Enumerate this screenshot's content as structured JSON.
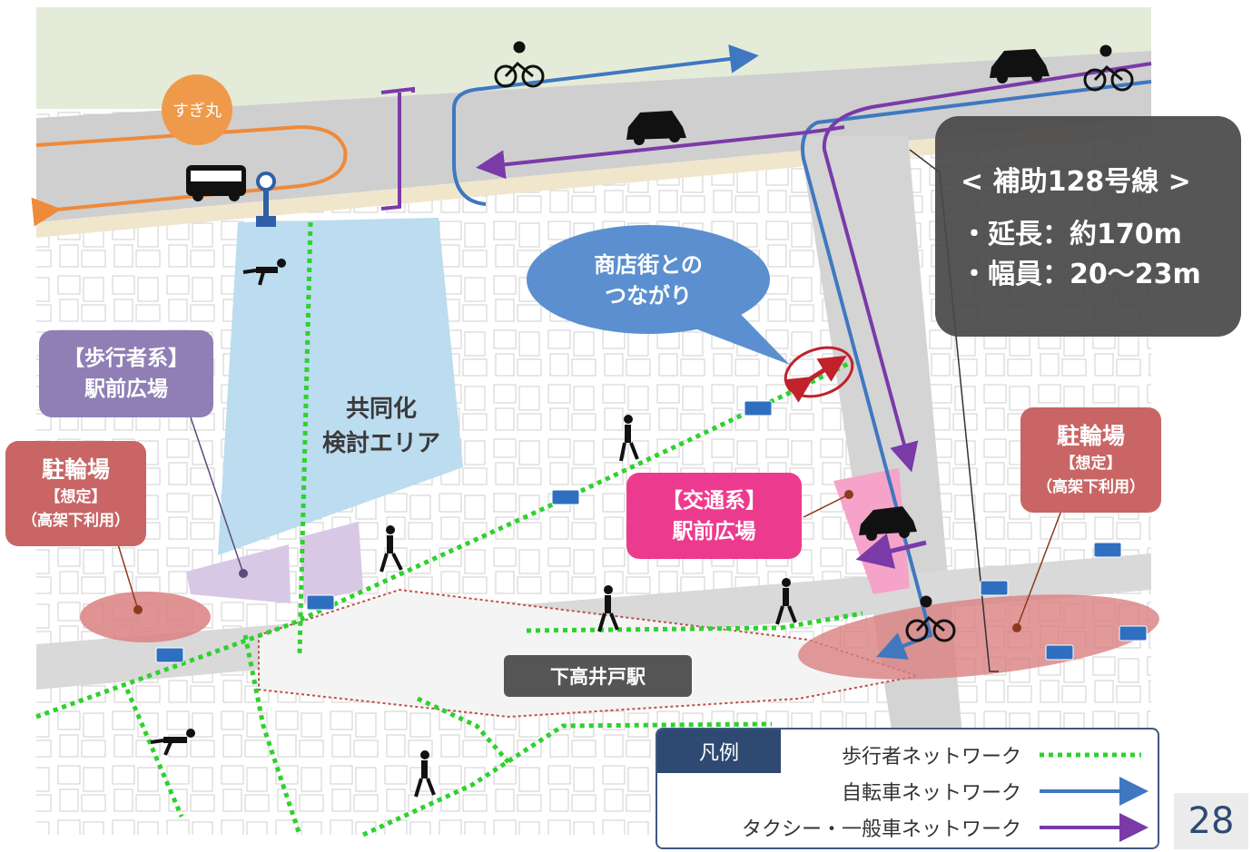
{
  "road_label": {
    "title": "< 補助128号線 >",
    "lines": [
      "・延長：約170m",
      "・幅員：20〜23m"
    ]
  },
  "callouts": {
    "shopping_connection": [
      "商店街との",
      "つながり"
    ],
    "pedestrian_plaza": [
      "【歩行者系】",
      "駅前広場"
    ],
    "traffic_plaza": [
      "【交通系】",
      "駅前広場"
    ],
    "joint_area": [
      "共同化",
      "検討エリア"
    ],
    "bike_parking_left": [
      "駐輪場",
      "【想定】",
      "（高架下利用）"
    ],
    "bike_parking_right": [
      "駐輪場",
      "【想定】",
      "（高架下利用）"
    ],
    "station": "下高井戸駅",
    "bus_stop": "すぎ丸"
  },
  "legend": {
    "title": "凡例",
    "items": [
      {
        "label": "歩行者ネットワーク",
        "style": "dotted",
        "color": "#2ed12e"
      },
      {
        "label": "自転車ネットワーク",
        "style": "arrow",
        "color": "#3f78c0"
      },
      {
        "label": "タクシー・一般車ネットワーク",
        "style": "arrow",
        "color": "#7a3aa8"
      }
    ]
  },
  "page_number": "28",
  "colors": {
    "pedestrian": "#2ed12e",
    "bicycle": "#3f78c0",
    "car": "#7a3aa8",
    "bus_route": "#ef8a3a",
    "joint_area": "#bcdcef",
    "pedestrian_plaza_fill": "#d8c8e6",
    "traffic_plaza_fill": "#f5a3c8",
    "parking_fill": "#d98080"
  },
  "icons": [
    "bicycle-icon",
    "car-icon",
    "bus-icon",
    "bus-stop-icon",
    "pedestrian-icon",
    "one-way-arrow-icon"
  ]
}
